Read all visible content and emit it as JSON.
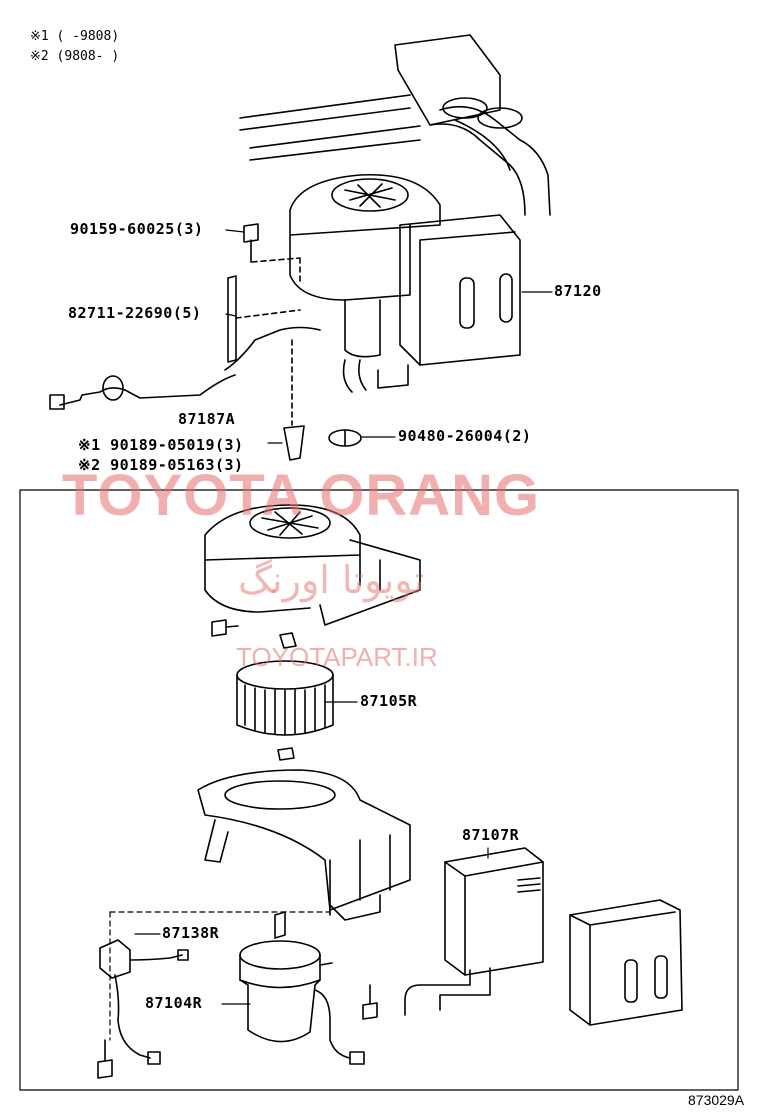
{
  "notes": {
    "line1": "※1 (    -9808)",
    "line2": "※2 (9808-    )"
  },
  "labels": {
    "bolt_upper": "90159-60025(3)",
    "band": "82711-22690(5)",
    "wire_harness": "87187A",
    "nut_1": "※1  90189-05019(3)",
    "nut_2": "※2  90189-05163(3)",
    "grommet": "90480-26004(2)",
    "blower_assy": "87120",
    "fan": "87105R",
    "heater_core": "87107R",
    "resistor": "87138R",
    "motor": "87104R"
  },
  "watermark": {
    "brand": "TOYOTA ORANG",
    "brand_fa": "تویوتا اورنگ",
    "url": "TOYOTAPART.IR"
  },
  "figure_id": "873029A"
}
